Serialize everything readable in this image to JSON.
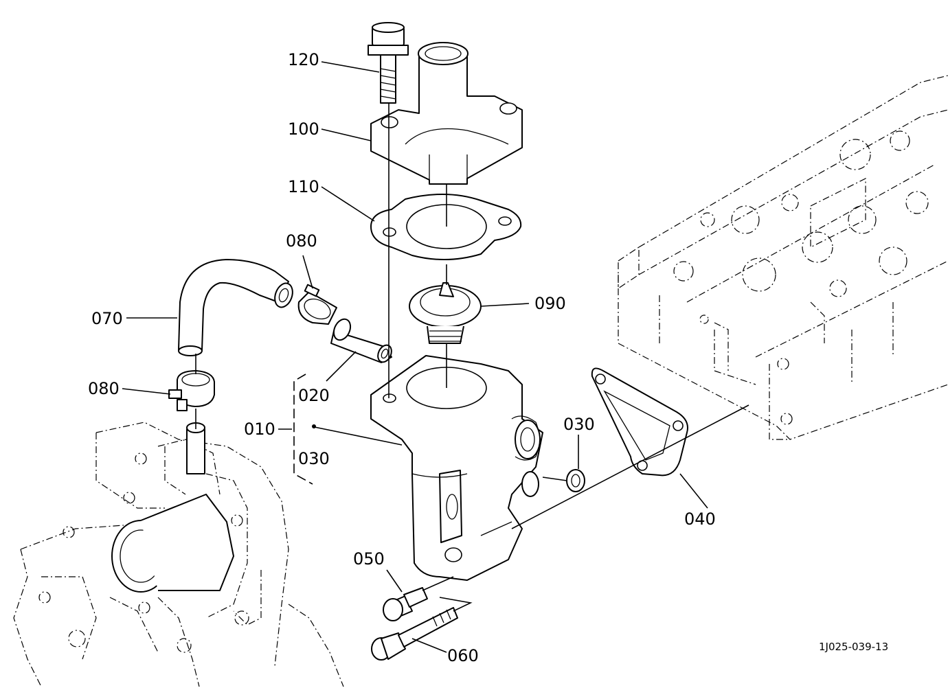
{
  "diagram": {
    "labels": {
      "p120": "120",
      "p100": "100",
      "p110": "110",
      "p080a": "080",
      "p090": "090",
      "p070": "070",
      "p080b": "080",
      "p020": "020",
      "p010": "010",
      "p030a": "030",
      "p030b": "030",
      "p040": "040",
      "p050": "050",
      "p060": "060"
    },
    "drawing_number": "1J025-039-13"
  }
}
